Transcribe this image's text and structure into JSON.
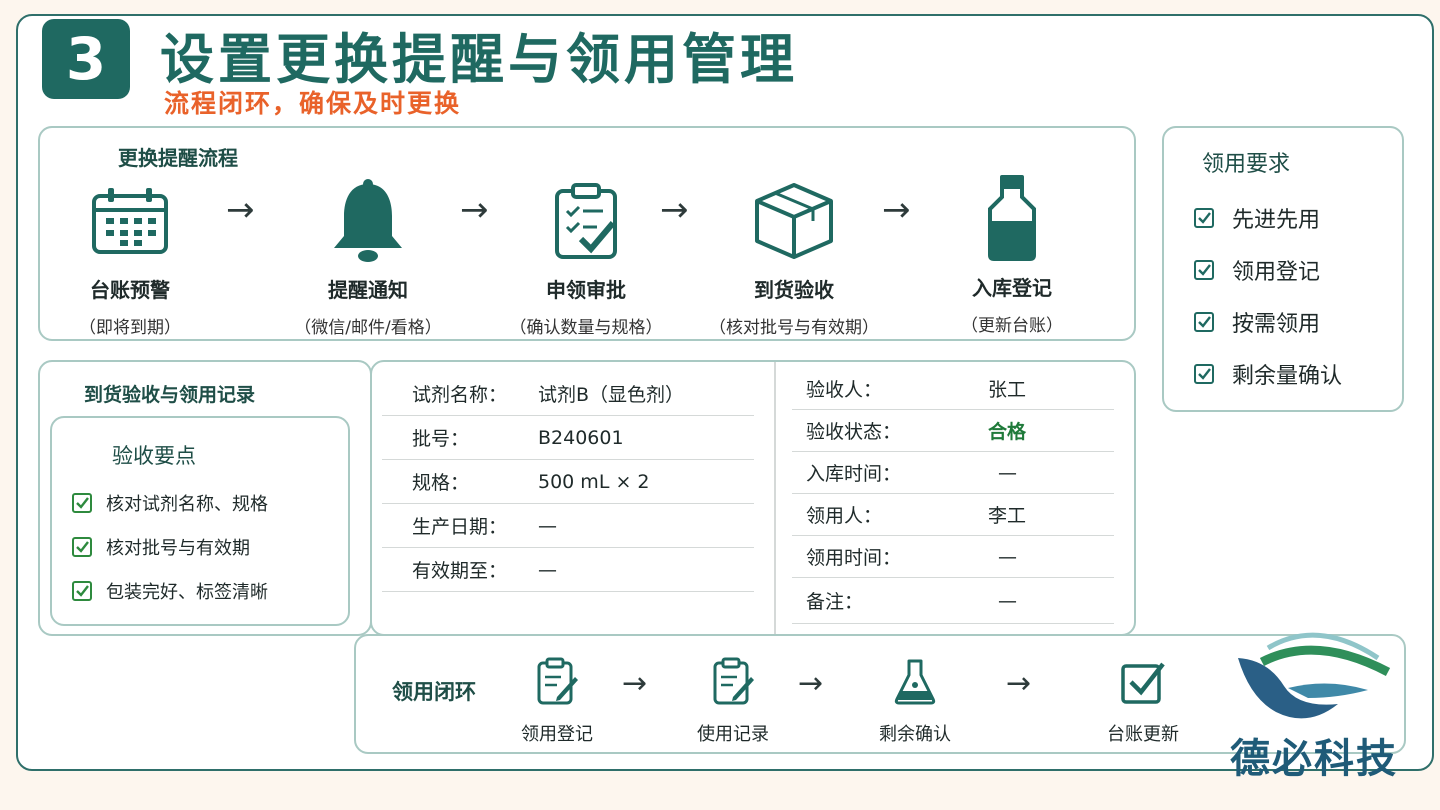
{
  "header": {
    "badge": "3",
    "title": "设置更换提醒与领用管理",
    "subtitle": "流程闭环，确保及时更换"
  },
  "reminder_flow": {
    "title": "更换提醒流程",
    "steps": [
      {
        "label": "台账预警",
        "note": "（即将到期）",
        "icon": "calendar-icon"
      },
      {
        "label": "提醒通知",
        "note": "（微信/邮件/看格）",
        "icon": "bell-icon"
      },
      {
        "label": "申领审批",
        "note": "（确认数量与规格）",
        "icon": "clipboard-check-icon"
      },
      {
        "label": "到货验收",
        "note": "（核对批号与有效期）",
        "icon": "package-icon"
      },
      {
        "label": "入库登记",
        "note": "（更新台账）",
        "icon": "bottle-icon"
      }
    ],
    "arrow": "→"
  },
  "requirements": {
    "title": "领用要求",
    "items": [
      "先进先用",
      "领用登记",
      "按需领用",
      "剩余量确认"
    ]
  },
  "acceptance": {
    "title": "到货验收与领用记录",
    "points_title": "验收要点",
    "points": [
      "核对试剂名称、规格",
      "核对批号与有效期",
      "包装完好、标签清晰"
    ]
  },
  "record_left": [
    {
      "key": "试剂名称：",
      "value": "试剂B（显色剂）"
    },
    {
      "key": "批号：",
      "value": "B240601"
    },
    {
      "key": "规格：",
      "value": "500 mL × 2"
    },
    {
      "key": "生产日期：",
      "value": "—"
    },
    {
      "key": "有效期至：",
      "value": "—"
    },
    {
      "key": "",
      "value": ""
    }
  ],
  "record_right": [
    {
      "key": "验收人：",
      "value": "张工"
    },
    {
      "key": "验收状态：",
      "value": "合格"
    },
    {
      "key": "入库时间：",
      "value": "—"
    },
    {
      "key": "领用人：",
      "value": "李工"
    },
    {
      "key": "领用时间：",
      "value": "—"
    },
    {
      "key": "备注：",
      "value": "—"
    }
  ],
  "loop": {
    "title": "领用闭环",
    "steps": [
      {
        "label": "领用登记",
        "icon": "edit-clipboard-icon"
      },
      {
        "label": "使用记录",
        "icon": "edit-clipboard-icon"
      },
      {
        "label": "剩余确认",
        "icon": "flask-icon"
      },
      {
        "label": "台账更新",
        "icon": "check-box-icon"
      }
    ],
    "arrow": "→"
  },
  "brand": {
    "name": "德必科技"
  },
  "colors": {
    "primary": "#1f6961",
    "accent": "#e9622a",
    "pass": "#1f7a3a",
    "border": "#a9c9c3"
  }
}
